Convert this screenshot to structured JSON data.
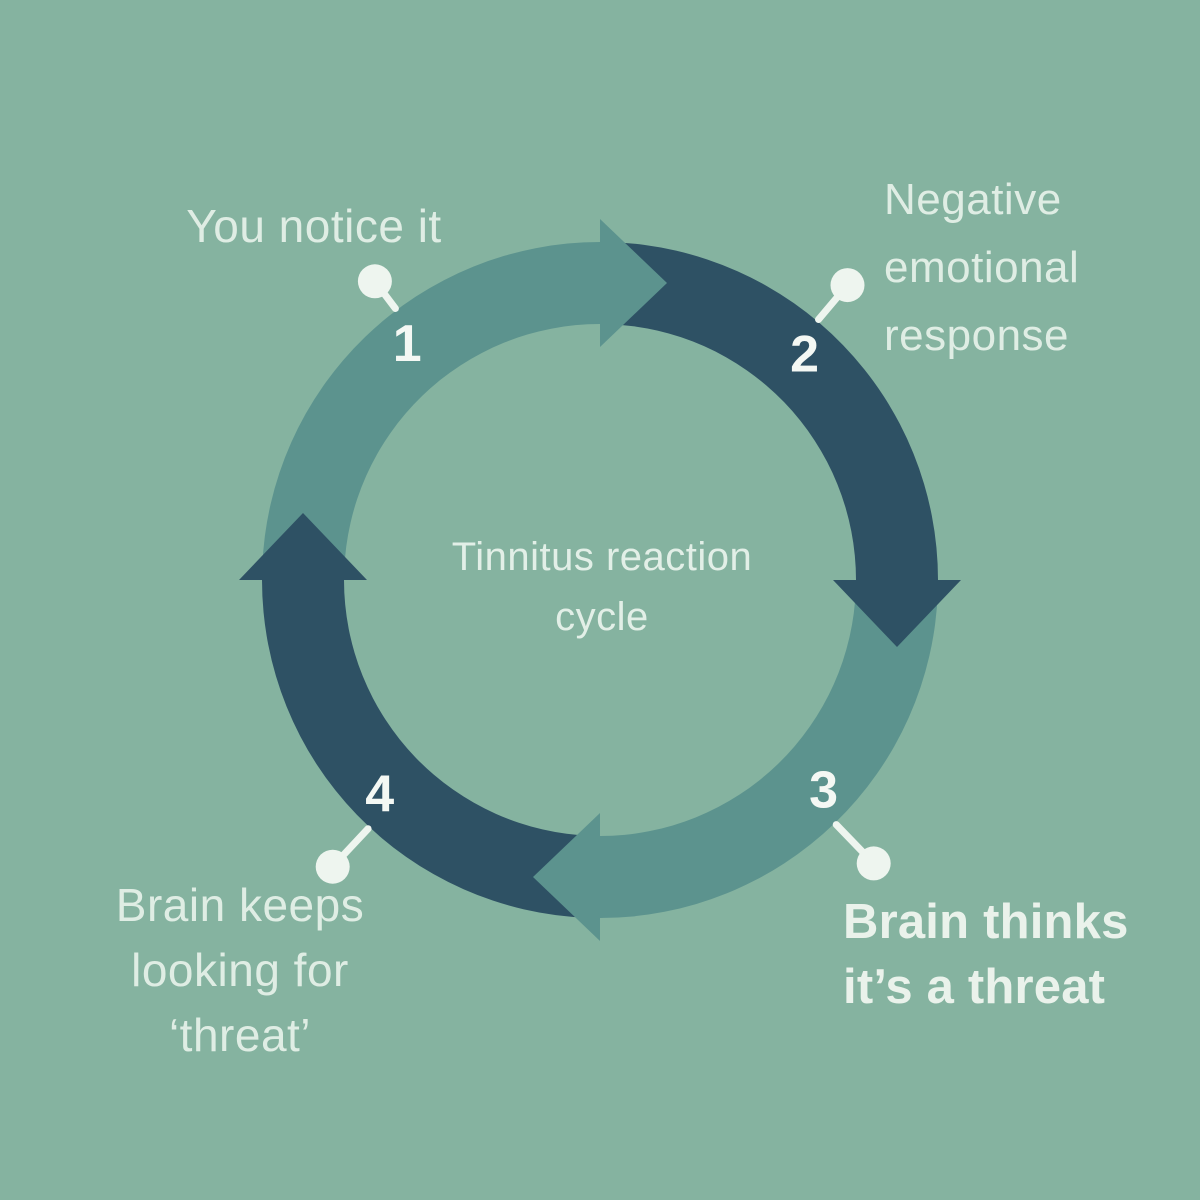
{
  "title": "Tinnitus reaction cycle",
  "steps": [
    {
      "number": "1",
      "label": "You notice it"
    },
    {
      "number": "2",
      "label": "Negative emotional response"
    },
    {
      "number": "3",
      "label": "Brain thinks it’s a threat"
    },
    {
      "number": "4",
      "label": "Brain keeps looking for ‘threat’"
    }
  ],
  "colors": {
    "background": "#85B3A0",
    "band_light": "#5C938E",
    "band_dark": "#2E5164",
    "label_text": "#DFEDE4",
    "label_text_bold": "#EAF2EB",
    "number_text": "#F4F8F4",
    "callout": "#EEF5EF",
    "title_text": "#E2EFE7"
  }
}
